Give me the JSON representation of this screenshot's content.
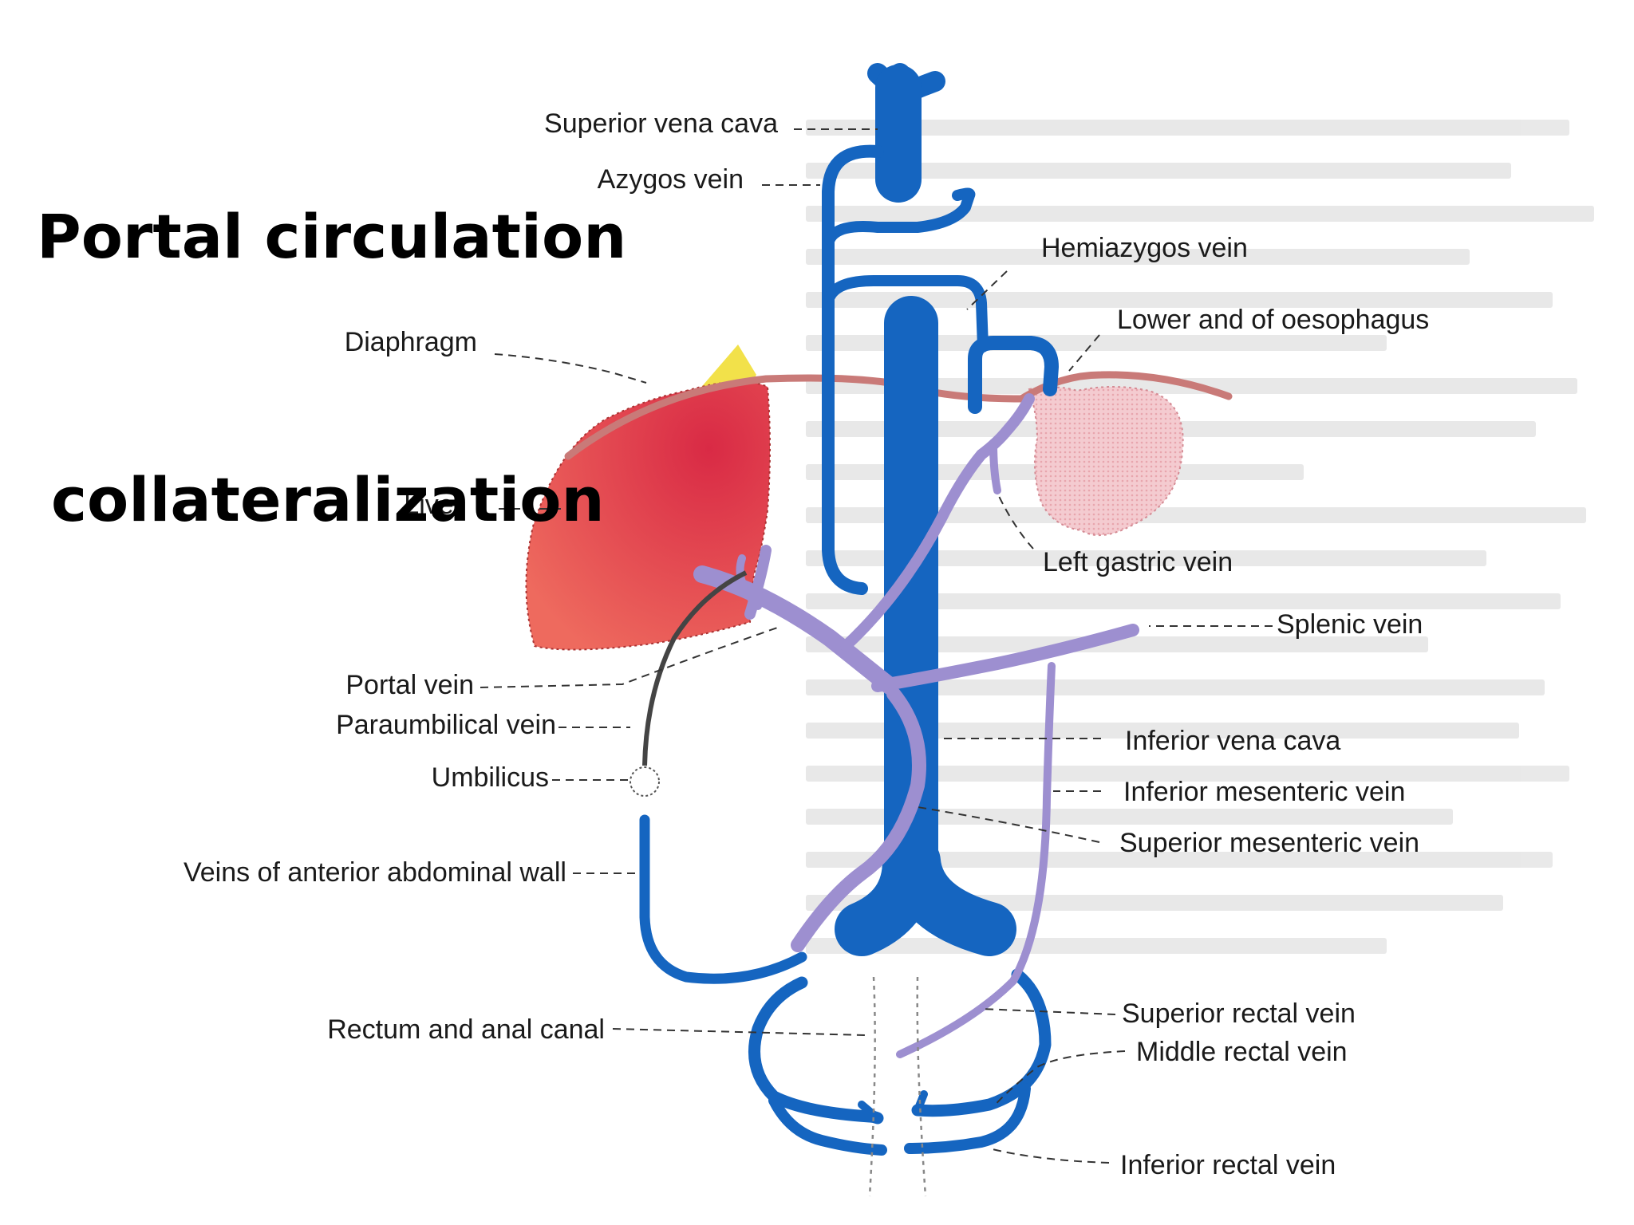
{
  "title": {
    "line1": "Portal circulation",
    "line2": "collateralization"
  },
  "colors": {
    "systemic_vein": "#1565c0",
    "portal_vein": "#9d8fd0",
    "liver": "#e0474f",
    "stomach": "#f2c4c8",
    "diaphragm": "#c97a78",
    "fat": "#f2e14a",
    "leader": "#333333"
  },
  "labels": {
    "superior_vena_cava": "Superior vena cava",
    "azygos_vein": "Azygos vein",
    "hemiazygos_vein": "Hemiazygos vein",
    "lower_end_oesophagus": "Lower and of oesophagus",
    "diaphragm": "Diaphragm",
    "liver": "Liver",
    "left_gastric_vein": "Left gastric vein",
    "splenic_vein": "Splenic vein",
    "portal_vein": "Portal vein",
    "paraumbilical_vein": "Paraumbilical vein",
    "umbilicus": "Umbilicus",
    "inferior_vena_cava": "Inferior vena cava",
    "inferior_mesenteric_vein": "Inferior mesenteric vein",
    "superior_mesenteric_vein": "Superior mesenteric vein",
    "veins_anterior_abdominal_wall": "Veins of anterior abdominal wall",
    "rectum_anal_canal": "Rectum and anal canal",
    "superior_rectal_vein": "Superior rectal vein",
    "middle_rectal_vein": "Middle rectal vein",
    "inferior_rectal_vein": "Inferior rectal vein"
  }
}
